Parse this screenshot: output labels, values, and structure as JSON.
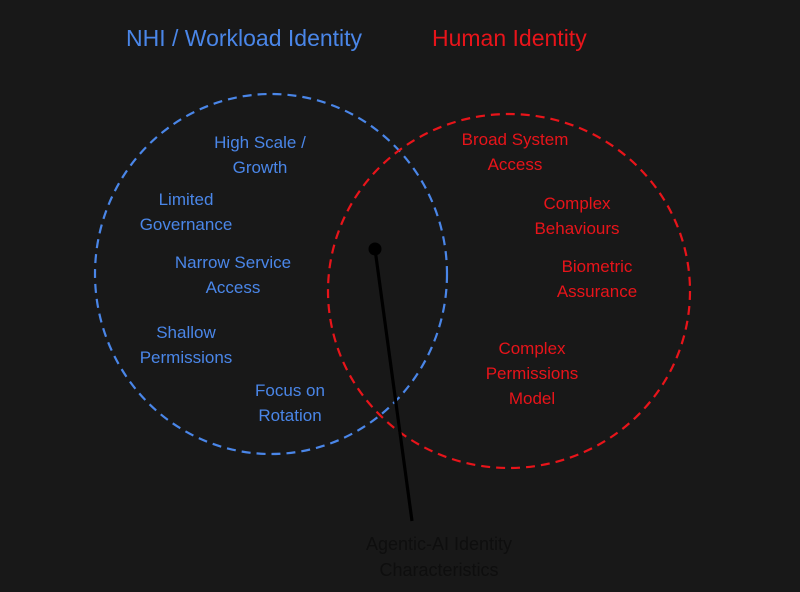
{
  "colors": {
    "background": "#181818",
    "nhi": "#4a86e8",
    "human": "#e8141a",
    "pointer": "#000000"
  },
  "titles": {
    "nhi": "NHI / Workload Identity",
    "human": "Human Identity"
  },
  "nhi_traits": [
    "High Scale /\nGrowth",
    "Limited\nGovernance",
    "Narrow Service\nAccess",
    "Shallow\nPermissions",
    "Focus on\nRotation"
  ],
  "human_traits": [
    "Broad System\nAccess",
    "Complex\nBehaviours",
    "Biometric\nAssurance",
    "Complex\nPermissions\nModel"
  ],
  "overlap_label": "Agentic-AI Identity\nCharacteristics"
}
